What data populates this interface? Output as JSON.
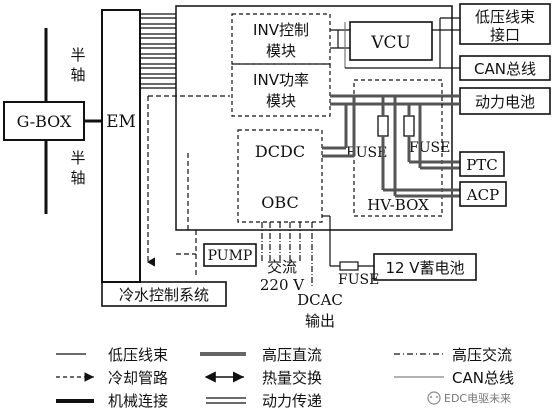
{
  "diagram": {
    "labels": {
      "half_shaft_top": [
        "半",
        "轴"
      ],
      "half_shaft_bottom": [
        "半",
        "轴"
      ],
      "gbox": "G-BOX",
      "em": "EM",
      "inv_control": [
        "INV控制",
        "模块"
      ],
      "inv_power": [
        "INV功率",
        "模块"
      ],
      "vcu": "VCU",
      "low_voltage_interface": [
        "低压线束",
        "接口"
      ],
      "can_bus": "CAN总线",
      "power_battery": "动力电池",
      "dcdc": "DCDC",
      "obc": "OBC",
      "fuse_left": "FUSE",
      "fuse_right": "FUSE",
      "ptc": "PTC",
      "acp": "ACP",
      "hv_box": "HV-BOX",
      "pump": "PUMP",
      "ac_220v": [
        "交流",
        "220 V"
      ],
      "fuse_12v": "FUSE",
      "battery_12v": "12 V蓄电池",
      "dcac_output": [
        "DCAC",
        "输出"
      ],
      "cooling_control_system": "冷水控制系统"
    },
    "legend": [
      {
        "text": "低压线束",
        "style": "thin-solid"
      },
      {
        "text": "高压直流",
        "style": "thick-gray"
      },
      {
        "text": "高压交流",
        "style": "dash-dot"
      },
      {
        "text": "冷却管路",
        "style": "dashed-arrow"
      },
      {
        "text": "热量交换",
        "style": "double-arrow"
      },
      {
        "text": "CAN总线",
        "style": "thin-gray"
      },
      {
        "text": "机械连接",
        "style": "thick-black"
      },
      {
        "text": "动力传递",
        "style": "double-line"
      }
    ],
    "watermark": "EDC电驱未来"
  }
}
